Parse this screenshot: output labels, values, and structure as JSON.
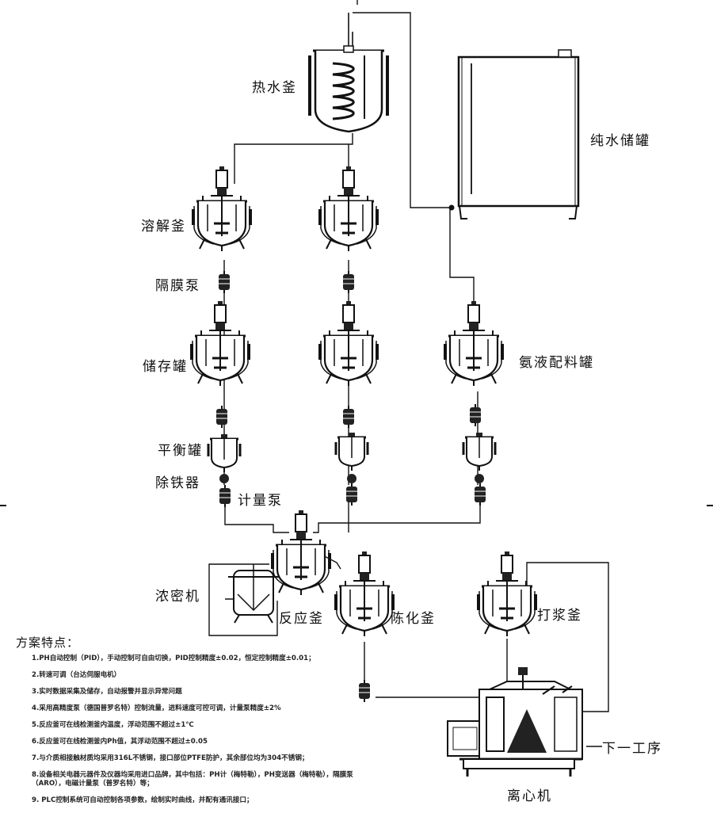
{
  "labels": {
    "hot_water_kettle": "热水釜",
    "pure_water_tank": "纯水储罐",
    "dissolving_kettle": "溶解釜",
    "diaphragm_pump": "隔膜泵",
    "storage_tank": "储存罐",
    "ammonia_tank": "氨液配料罐",
    "balance_tank": "平衡罐",
    "iron_remover": "除铁器",
    "metering_pump": "计量泵",
    "thickener": "浓密机",
    "reaction_kettle": "反应釜",
    "aging_kettle": "陈化釜",
    "slurry_kettle": "打浆釜",
    "next_process": "下一工序",
    "centrifuge": "离心机"
  },
  "notes": {
    "title": "方案特点：",
    "items": [
      "1.PH自动控制（PID），手动控制可自由切换，PID控制精度±0.02，恒定控制精度±0.01；",
      "2.转速可调（台达伺服电机）",
      "3.实时数据采集及储存，自动报警并显示异常问题",
      "4.采用高精度泵（德国普罗名特）控制流量，进料速度可控可调，计量泵精度±2%",
      "5.反应釜可在线检测釜内温度，浮动范围不超过±1℃",
      "6.反应釜可在线检测釜内Ph值，其浮动范围不超过±0.05",
      "7.与介质相接触材质均采用316L不锈钢，接口部位PTFE防护，其余部位均为304不锈钢；",
      "8.设备相关电器元器件及仪器均采用进口品牌，其中包括：PH计（梅特勒），PH变送器（梅特勒），隔膜泵（ARO），电磁计量泵（普罗名特）等；",
      "9. PLC控制系统可自动控制各项参数，绘制实时曲线，并配有通讯接口；"
    ]
  }
}
